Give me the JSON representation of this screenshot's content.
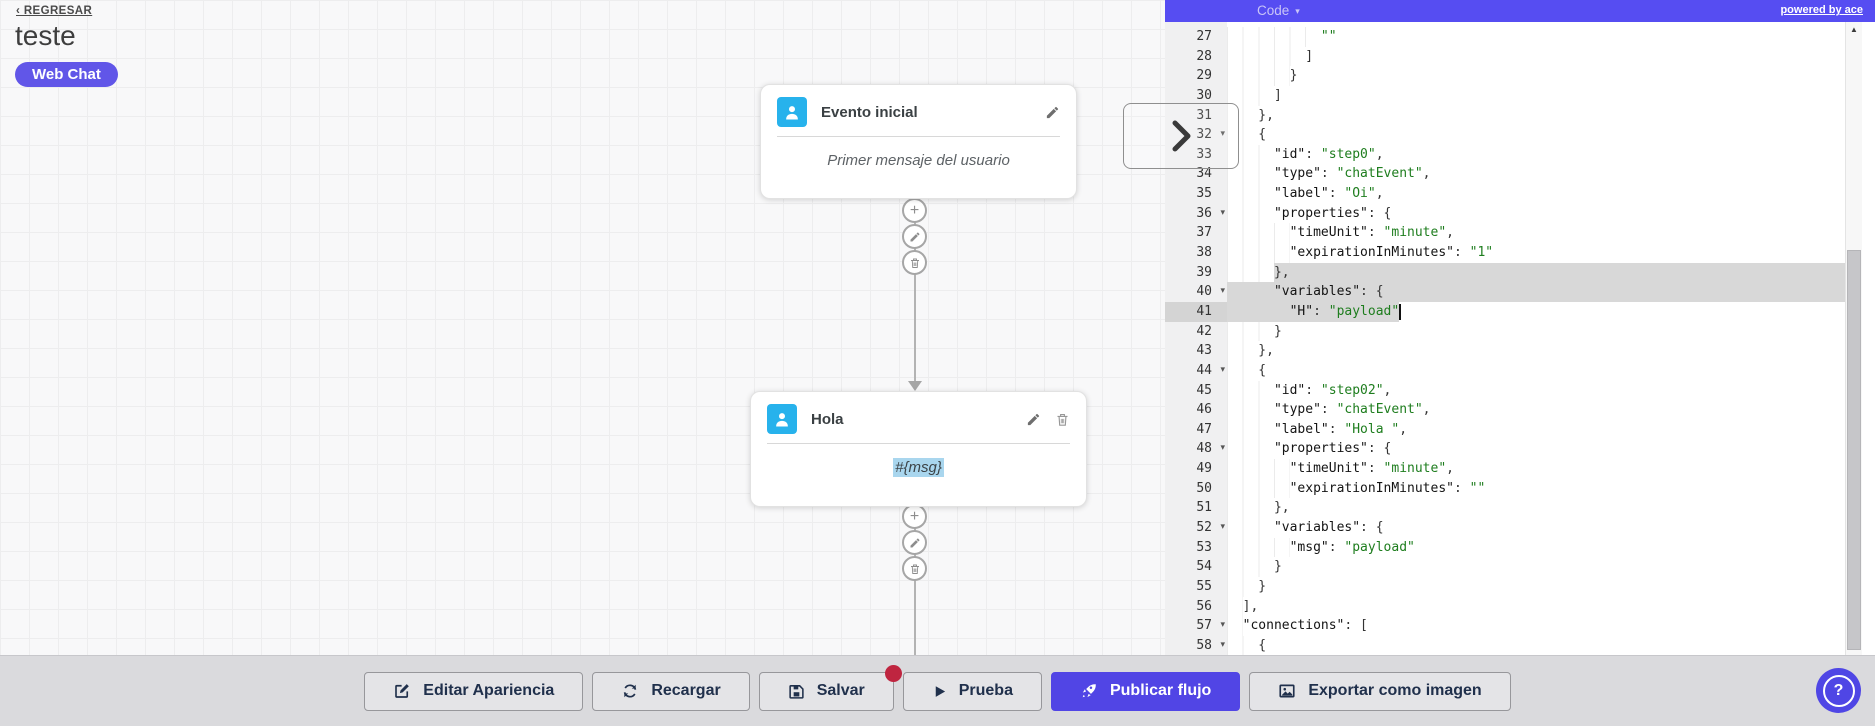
{
  "colors": {
    "header_purple": "#564df2",
    "badge_purple": "#6156e8",
    "accent_purple": "#5145e5",
    "node_icon_blue": "#27b2ec",
    "string_green": "#1e7d1e",
    "selection_gray": "#d8d8d8",
    "unsaved_red": "#bf2540",
    "msg_highlight_blue": "#a9d6ee"
  },
  "canvas": {
    "back_link": "‹ REGRESAR",
    "title": "teste",
    "channel": "Web Chat",
    "nodes": [
      {
        "title": "Evento inicial",
        "body": "Primer mensaje del usuario"
      },
      {
        "title": "Hola",
        "body": "#{msg}"
      }
    ]
  },
  "code_panel": {
    "title": "Code",
    "dropdown_arrow": "▾",
    "powered_by": "powered by ace",
    "scroll_up_arrow": "▲",
    "lines": [
      {
        "n": 27,
        "indent": 12,
        "tokens": [
          [
            "s",
            "\"\""
          ]
        ]
      },
      {
        "n": 28,
        "indent": 10,
        "tokens": [
          [
            "p",
            "]"
          ]
        ]
      },
      {
        "n": 29,
        "indent": 8,
        "tokens": [
          [
            "p",
            "}"
          ]
        ]
      },
      {
        "n": 30,
        "indent": 6,
        "tokens": [
          [
            "p",
            "]"
          ]
        ]
      },
      {
        "n": 31,
        "indent": 4,
        "tokens": [
          [
            "p",
            "},"
          ]
        ]
      },
      {
        "n": 32,
        "indent": 4,
        "fold": true,
        "tokens": [
          [
            "p",
            "{"
          ]
        ]
      },
      {
        "n": 33,
        "indent": 6,
        "tokens": [
          [
            "k",
            "\"id\""
          ],
          [
            "p",
            ": "
          ],
          [
            "s",
            "\"step0\""
          ],
          [
            "p",
            ","
          ]
        ]
      },
      {
        "n": 34,
        "indent": 6,
        "tokens": [
          [
            "k",
            "\"type\""
          ],
          [
            "p",
            ": "
          ],
          [
            "s",
            "\"chatEvent\""
          ],
          [
            "p",
            ","
          ]
        ]
      },
      {
        "n": 35,
        "indent": 6,
        "tokens": [
          [
            "k",
            "\"label\""
          ],
          [
            "p",
            ": "
          ],
          [
            "s",
            "\"Oi\""
          ],
          [
            "p",
            ","
          ]
        ]
      },
      {
        "n": 36,
        "indent": 6,
        "fold": true,
        "tokens": [
          [
            "k",
            "\"properties\""
          ],
          [
            "p",
            ": {"
          ]
        ]
      },
      {
        "n": 37,
        "indent": 8,
        "tokens": [
          [
            "k",
            "\"timeUnit\""
          ],
          [
            "p",
            ": "
          ],
          [
            "s",
            "\"minute\""
          ],
          [
            "p",
            ","
          ]
        ]
      },
      {
        "n": 38,
        "indent": 8,
        "tokens": [
          [
            "k",
            "\"expirationInMinutes\""
          ],
          [
            "p",
            ": "
          ],
          [
            "s",
            "\"1\""
          ]
        ]
      },
      {
        "n": 39,
        "indent": 6,
        "sel": "tail",
        "tokens": [
          [
            "p",
            "},"
          ]
        ]
      },
      {
        "n": 40,
        "indent": 6,
        "fold": true,
        "sel": "full",
        "tokens": [
          [
            "k",
            "\"variables\""
          ],
          [
            "p",
            ": {"
          ]
        ]
      },
      {
        "n": 41,
        "indent": 8,
        "sel": "head",
        "cursor": true,
        "active": true,
        "tokens": [
          [
            "k",
            "\"H\""
          ],
          [
            "p",
            ": "
          ],
          [
            "s",
            "\"payload\""
          ]
        ]
      },
      {
        "n": 42,
        "indent": 6,
        "tokens": [
          [
            "p",
            "}"
          ]
        ]
      },
      {
        "n": 43,
        "indent": 4,
        "tokens": [
          [
            "p",
            "},"
          ]
        ]
      },
      {
        "n": 44,
        "indent": 4,
        "fold": true,
        "tokens": [
          [
            "p",
            "{"
          ]
        ]
      },
      {
        "n": 45,
        "indent": 6,
        "tokens": [
          [
            "k",
            "\"id\""
          ],
          [
            "p",
            ": "
          ],
          [
            "s",
            "\"step02\""
          ],
          [
            "p",
            ","
          ]
        ]
      },
      {
        "n": 46,
        "indent": 6,
        "tokens": [
          [
            "k",
            "\"type\""
          ],
          [
            "p",
            ": "
          ],
          [
            "s",
            "\"chatEvent\""
          ],
          [
            "p",
            ","
          ]
        ]
      },
      {
        "n": 47,
        "indent": 6,
        "tokens": [
          [
            "k",
            "\"label\""
          ],
          [
            "p",
            ": "
          ],
          [
            "s",
            "\"Hola \""
          ],
          [
            "p",
            ","
          ]
        ]
      },
      {
        "n": 48,
        "indent": 6,
        "fold": true,
        "tokens": [
          [
            "k",
            "\"properties\""
          ],
          [
            "p",
            ": {"
          ]
        ]
      },
      {
        "n": 49,
        "indent": 8,
        "tokens": [
          [
            "k",
            "\"timeUnit\""
          ],
          [
            "p",
            ": "
          ],
          [
            "s",
            "\"minute\""
          ],
          [
            "p",
            ","
          ]
        ]
      },
      {
        "n": 50,
        "indent": 8,
        "tokens": [
          [
            "k",
            "\"expirationInMinutes\""
          ],
          [
            "p",
            ": "
          ],
          [
            "s",
            "\"\""
          ]
        ]
      },
      {
        "n": 51,
        "indent": 6,
        "tokens": [
          [
            "p",
            "},"
          ]
        ]
      },
      {
        "n": 52,
        "indent": 6,
        "fold": true,
        "tokens": [
          [
            "k",
            "\"variables\""
          ],
          [
            "p",
            ": {"
          ]
        ]
      },
      {
        "n": 53,
        "indent": 8,
        "tokens": [
          [
            "k",
            "\"msg\""
          ],
          [
            "p",
            ": "
          ],
          [
            "s",
            "\"payload\""
          ]
        ]
      },
      {
        "n": 54,
        "indent": 6,
        "tokens": [
          [
            "p",
            "}"
          ]
        ]
      },
      {
        "n": 55,
        "indent": 4,
        "tokens": [
          [
            "p",
            "}"
          ]
        ]
      },
      {
        "n": 56,
        "indent": 2,
        "tokens": [
          [
            "p",
            "],"
          ]
        ]
      },
      {
        "n": 57,
        "indent": 2,
        "fold": true,
        "tokens": [
          [
            "k",
            "\"connections\""
          ],
          [
            "p",
            ": ["
          ]
        ]
      },
      {
        "n": 58,
        "indent": 4,
        "fold": true,
        "tokens": [
          [
            "p",
            "{"
          ]
        ]
      }
    ]
  },
  "toolbar": {
    "buttons": [
      {
        "id": "edit-appearance",
        "icon": "edit-square",
        "label": "Editar Apariencia"
      },
      {
        "id": "reload",
        "icon": "refresh",
        "label": "Recargar"
      },
      {
        "id": "save",
        "icon": "save",
        "label": "Salvar",
        "badge": true
      },
      {
        "id": "test",
        "icon": "play",
        "label": "Prueba"
      },
      {
        "id": "publish",
        "icon": "rocket",
        "label": "Publicar flujo",
        "variant": "primary"
      },
      {
        "id": "export-image",
        "icon": "image",
        "label": "Exportar como imagen"
      }
    ]
  },
  "help": {
    "label": "?"
  }
}
